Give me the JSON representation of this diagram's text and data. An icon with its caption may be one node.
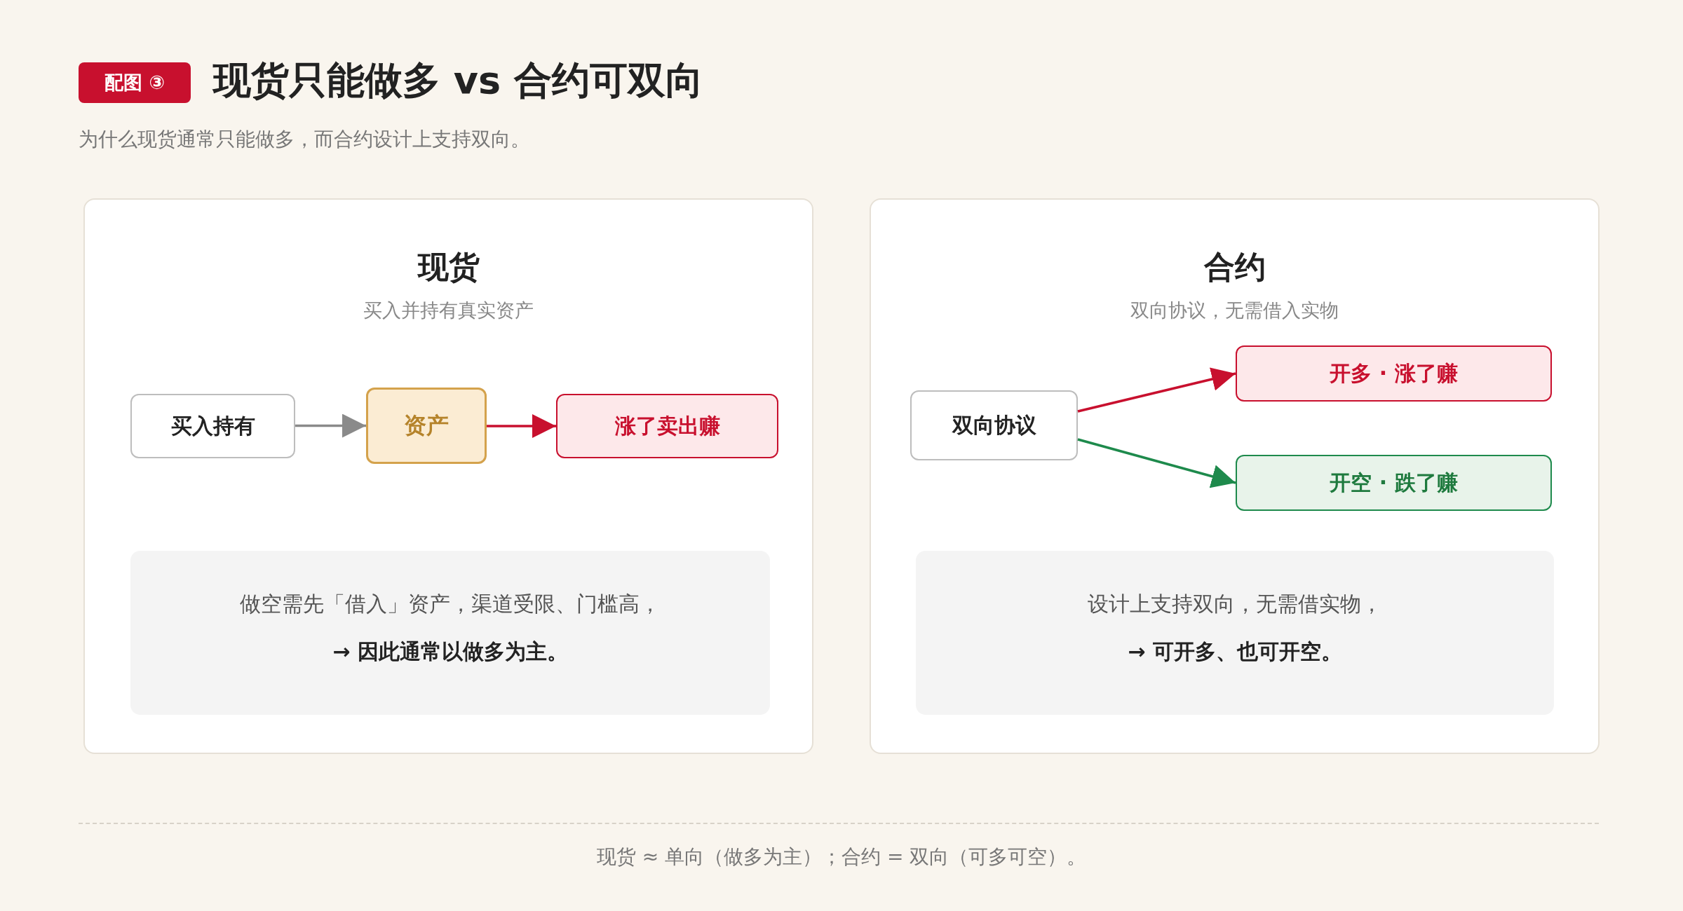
{
  "diagram": {
    "title": "现货只能做多 vs 合约可双向",
    "caption": "现货 ≈ 单向（做多为主）；合约 = 双向（可多可空）。",
    "nodes": [
      {
        "text": [
          "现货",
          "买入并持有真实资产"
        ]
      },
      {
        "text": [
          "买入持有"
        ],
        "in": 0
      },
      {
        "text": [
          "资产"
        ],
        "in": 0
      },
      {
        "text": [
          "涨了卖出赚"
        ],
        "in": 0
      },
      {
        "text": [
          "做空需先「借入」资产，渠道受限、门槛高，",
          "→ 因此通常以做多为主。"
        ],
        "in": 0
      },
      {
        "text": [
          "合约",
          "双向协议，无需借入实物"
        ]
      },
      {
        "text": [
          "双向协议"
        ],
        "in": 5
      },
      {
        "text": [
          "开多 · 涨了赚"
        ],
        "in": 5
      },
      {
        "text": [
          "开空 · 跌了赚"
        ],
        "in": 5
      },
      {
        "text": [
          "设计上支持双向，无需借实物，",
          "→ 可开多、也可开空。"
        ],
        "in": 5
      }
    ],
    "edges": [
      {
        "from": 1,
        "to": 2,
        "arrow": "to",
        "color": "#8a8a8a"
      },
      {
        "from": 2,
        "to": 3,
        "arrow": "to",
        "color": "#c8102e"
      },
      {
        "from": 6,
        "to": 7,
        "arrow": "to",
        "color": "#c8102e"
      },
      {
        "from": 6,
        "to": 8,
        "arrow": "to",
        "color": "#1e8a4c"
      }
    ],
    "labels": [
      "配图 ③",
      "为什么现货通常只能做多，而合约设计上支持双向。"
    ]
  }
}
